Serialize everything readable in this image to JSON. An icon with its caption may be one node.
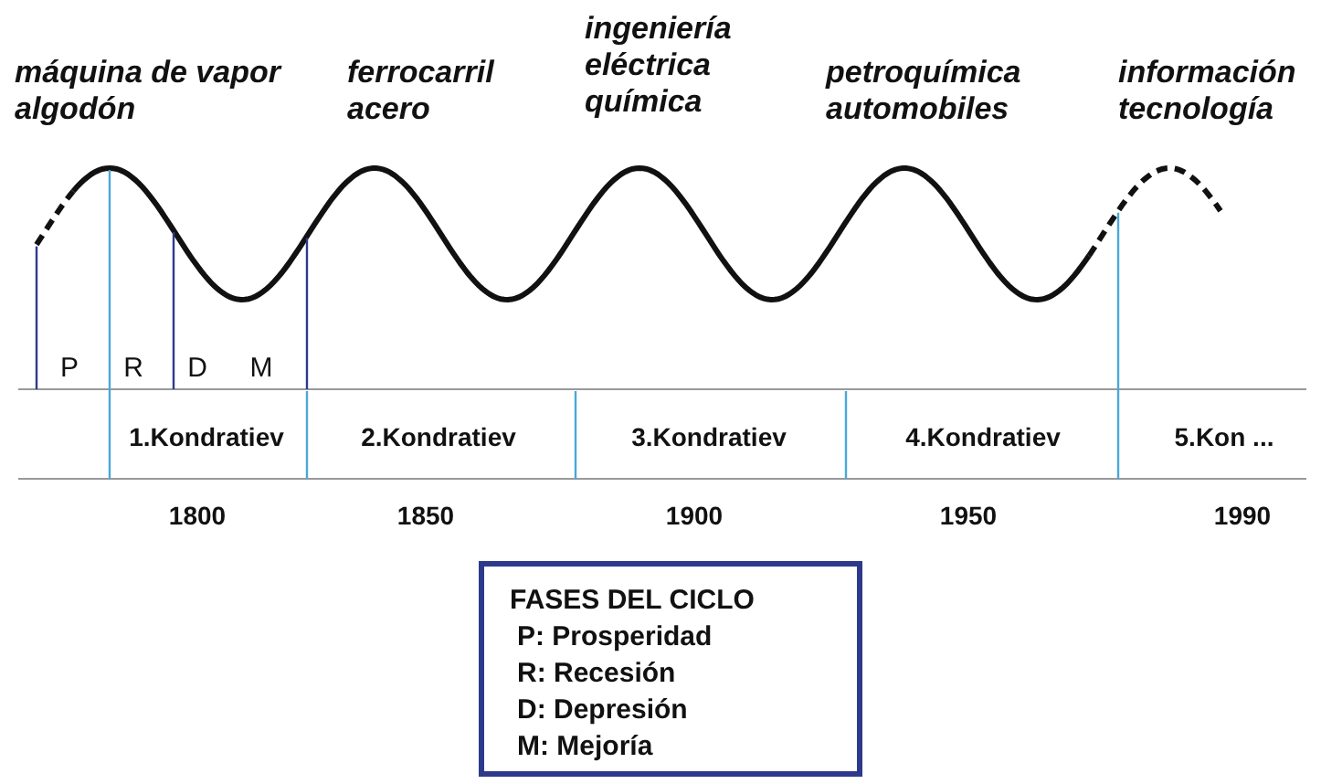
{
  "diagram": {
    "nodes": [
      {
        "text": [
          "FASES DEL CICLO",
          "P: Prosperidad",
          "R: Recesión",
          "D: Depresión",
          "M: Mejoría"
        ]
      }
    ],
    "edges": [],
    "labels": [
      "máquina de vapor algodón",
      "ferrocarril acero",
      "ingeniería eléctrica química",
      "petroquímica automobiles",
      "información tecnología",
      "P",
      "R",
      "D",
      "M",
      "1.Kondratiev",
      "2.Kondratiev",
      "3.Kondratiev",
      "4.Kondratiev",
      "5.Kon ...",
      "1800",
      "1850",
      "1900",
      "1950",
      "1990"
    ]
  }
}
